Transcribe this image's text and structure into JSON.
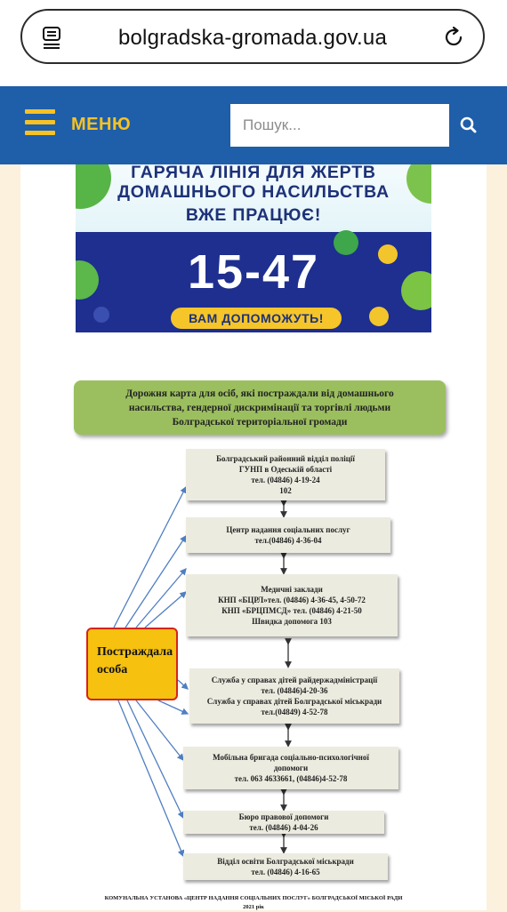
{
  "browser": {
    "url": "bolgradska-gromada.gov.ua"
  },
  "header": {
    "menu_label": "МЕНЮ",
    "search_placeholder": "Пошук..."
  },
  "banner": {
    "line1": "ГАРЯЧА ЛІНІЯ ДЛЯ ЖЕРТВ",
    "line2": "ДОМАШНЬОГО НАСИЛЬСТВА",
    "line3": "ВЖЕ ПРАЦЮЄ!",
    "number": "15-47",
    "pill": "ВАМ ДОПОМОЖУТЬ!"
  },
  "roadmap": {
    "title_lines": [
      "Дорожня карта для осіб, які постраждали від домашнього",
      "насильства, гендерної дискримінації  та  торгівлі людьми",
      "Болградської територіальної громади"
    ],
    "victim_lines": [
      "Постраждала",
      "особа"
    ],
    "boxes": [
      {
        "lines": [
          "Болградський районний відділ поліції",
          "ГУНП в Одеській області",
          "тел. (04846) 4-19-24",
          "102"
        ]
      },
      {
        "lines": [
          "Центр надання соціальних послуг",
          "тел.(04846) 4-36-04"
        ]
      },
      {
        "lines": [
          "Медичні заклади",
          "КНП «БЦРЛ»тел. (04846) 4-36-45, 4-50-72",
          "КНП «БРЦПМСД» тел. (04846) 4-21-50",
          "Швидка допомога 103"
        ]
      },
      {
        "lines": [
          "Служба у справах дітей райдержадміністрації",
          "тел. (04846)4-20-36",
          "Служба у справах дітей Болградської міськради",
          "тел.(04849) 4-52-78"
        ]
      },
      {
        "lines": [
          "Мобільна бригада соціально-психологічної",
          "допомоги",
          "тел. 063 4633661, (04846)4-52-78"
        ]
      },
      {
        "lines": [
          "Бюро правової допомоги",
          "тел. (04846) 4-04-26"
        ]
      },
      {
        "lines": [
          "Відділ освіти Болградської міськради",
          "тел. (04846) 4-16-65"
        ]
      }
    ],
    "footer_line1": "КОМУНАЛЬНА УСТАНОВА «ЦЕНТР  НАДАННЯ  СОЦІАЛЬНИХ ПОСЛУГ» БОЛГРАДСЬКОЇ МІСЬКОЇ РАДИ",
    "footer_line2": "2021 рік"
  },
  "colors": {
    "header_blue": "#1f5ea8",
    "accent_yellow": "#f6c224",
    "title_green": "#9bbf5e",
    "victim_border": "#d4241b"
  }
}
